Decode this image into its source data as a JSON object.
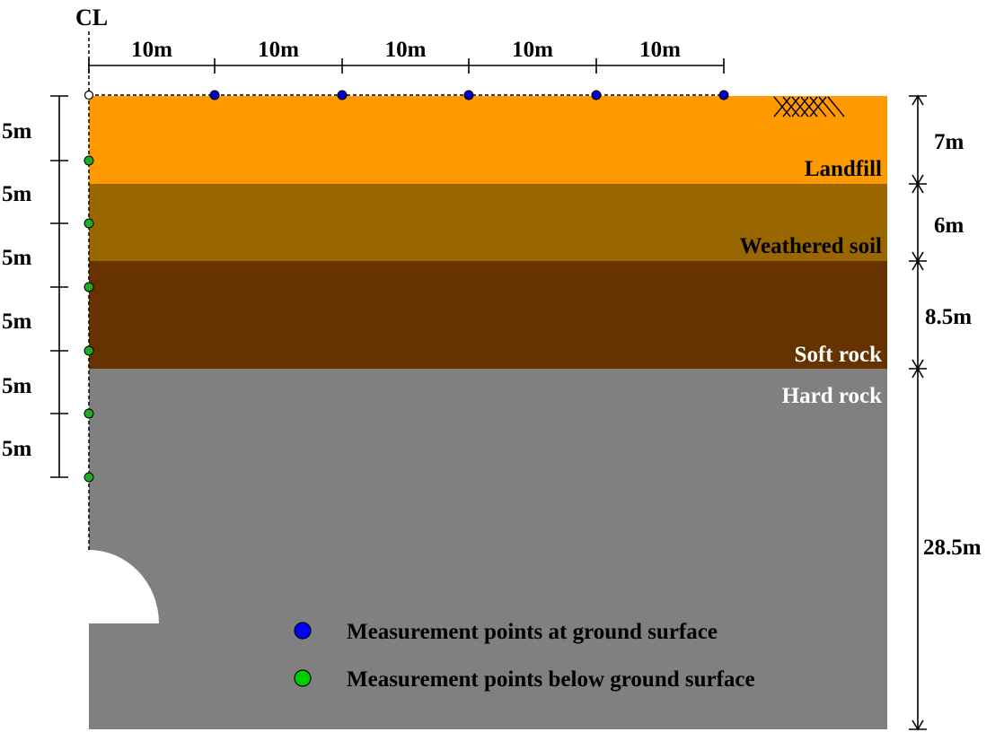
{
  "centerline_label": "CL",
  "horizontal_spacing": [
    "10m",
    "10m",
    "10m",
    "10m",
    "10m"
  ],
  "vertical_spacing": [
    "5m",
    "5m",
    "5m",
    "5m",
    "5m",
    "5m"
  ],
  "layers": [
    {
      "name": "Landfill",
      "thickness": "7m",
      "color": "#FF9900"
    },
    {
      "name": "Weathered soil",
      "thickness": "6m",
      "color": "#996600"
    },
    {
      "name": "Soft rock",
      "thickness": "8.5m",
      "color": "#663300"
    },
    {
      "name": "Hard rock",
      "thickness": "28.5m",
      "color": "#808080"
    }
  ],
  "legend": [
    {
      "label": "Measurement points at ground surface",
      "color": "#0000FF"
    },
    {
      "label": "Measurement points below ground surface",
      "color": "#00CC00"
    }
  ],
  "surface_point_color": "#0000CC",
  "depth_point_color": "#22AA22"
}
